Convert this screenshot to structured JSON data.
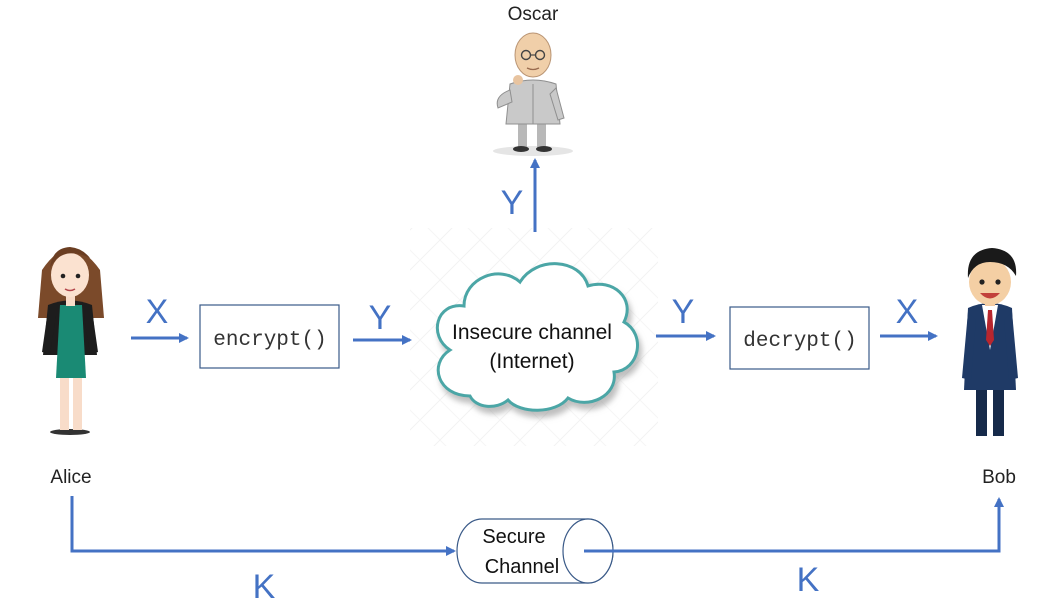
{
  "people": {
    "oscar": {
      "name": "Oscar",
      "icon": "eavesdropper-figure-icon"
    },
    "alice": {
      "name": "Alice",
      "icon": "woman-figure-icon"
    },
    "bob": {
      "name": "Bob",
      "icon": "man-figure-icon"
    }
  },
  "functions": {
    "encrypt": "encrypt()",
    "decrypt": "decrypt()"
  },
  "insecure_channel": {
    "line1": "Insecure channel",
    "line2": "(Internet)"
  },
  "secure_channel": {
    "line1": "Secure",
    "line2": "Channel"
  },
  "variables": {
    "plaintext_in": "X",
    "ciphertext_to_cloud": "Y",
    "ciphertext_from_cloud": "Y",
    "plaintext_out": "X",
    "ciphertext_to_oscar": "Y",
    "key_alice": "K",
    "key_bob": "K"
  },
  "colors": {
    "arrow": "#4472C4",
    "cloud_fill": "#ffffff",
    "cloud_stroke": "#4BA6A6",
    "box_stroke": "#3A5A88",
    "channel_stroke": "#3A5A88"
  }
}
